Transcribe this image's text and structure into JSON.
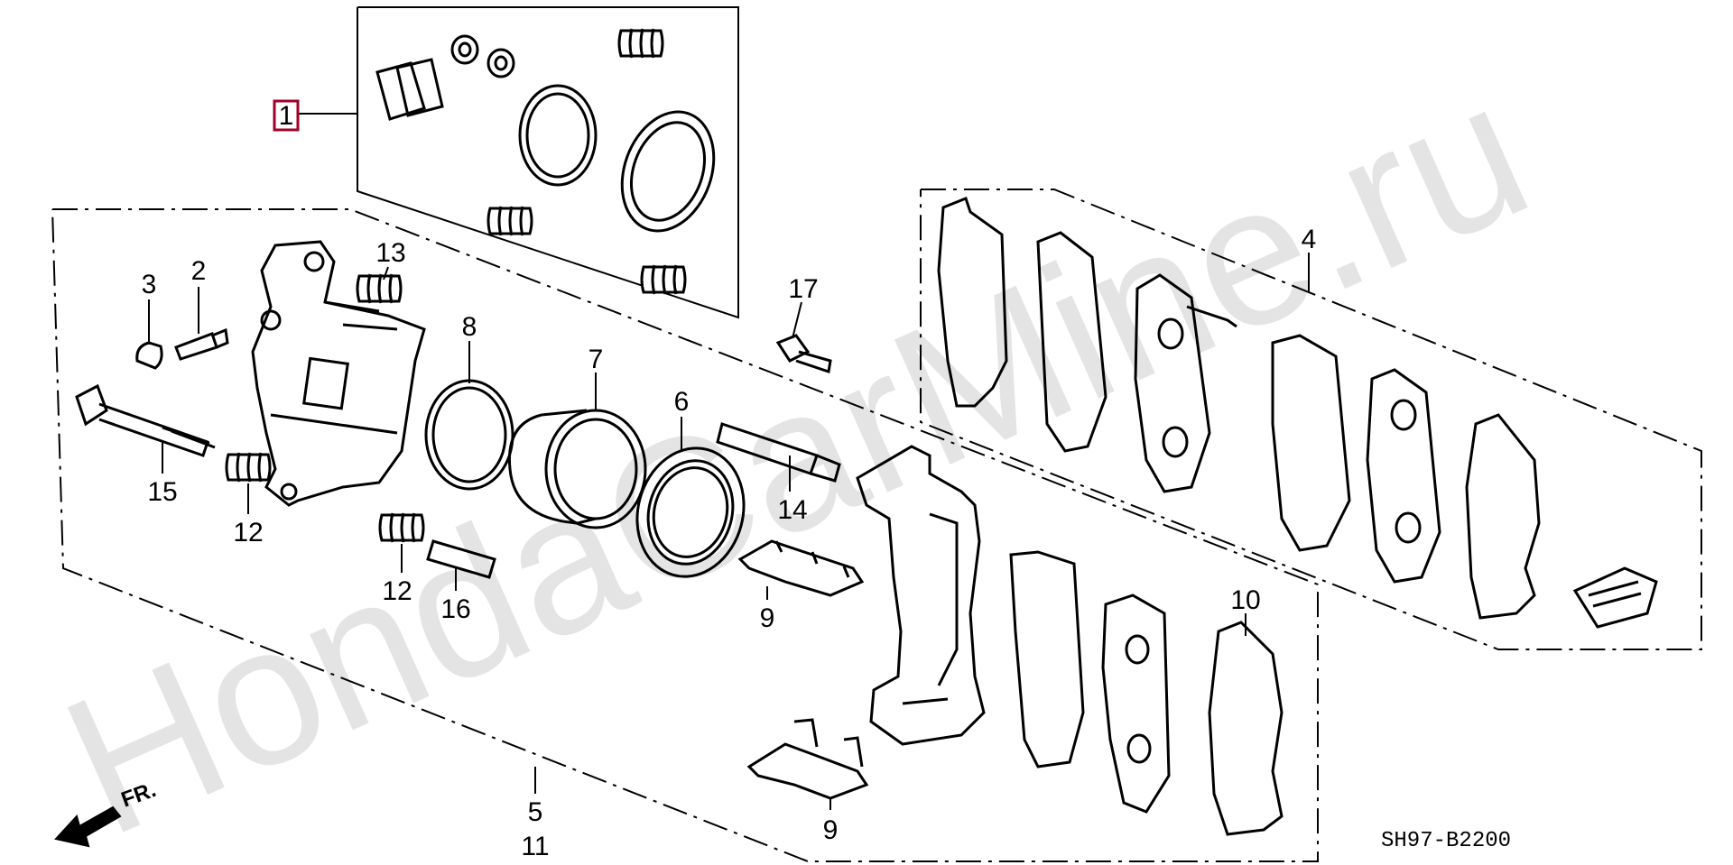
{
  "diagram": {
    "code": "SH97-B2200",
    "front_label": "FR.",
    "watermark": "HondaCarMine.ru",
    "callouts": {
      "c1": "1",
      "c2": "2",
      "c3": "3",
      "c4": "4",
      "c5": "5",
      "c6": "6",
      "c7": "7",
      "c8": "8",
      "c9a": "9",
      "c9b": "9",
      "c10": "10",
      "c11": "11",
      "c12a": "12",
      "c12b": "12",
      "c13": "13",
      "c14": "14",
      "c15": "15",
      "c16": "16",
      "c17": "17"
    },
    "highlight_color": "#a0002a"
  }
}
